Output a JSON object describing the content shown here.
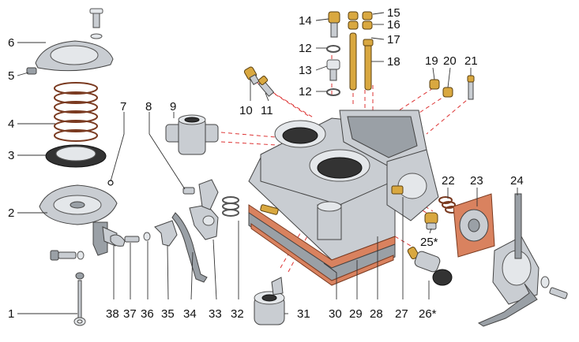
{
  "labels": {
    "l1": "1",
    "l2": "2",
    "l3": "3",
    "l4": "4",
    "l5": "5",
    "l6": "6",
    "l7": "7",
    "l8": "8",
    "l9": "9",
    "l10": "10",
    "l11": "11",
    "l12a": "12",
    "l12b": "12",
    "l13": "13",
    "l14": "14",
    "l15": "15",
    "l16": "16",
    "l17": "17",
    "l18": "18",
    "l19": "19",
    "l20": "20",
    "l21": "21",
    "l22": "22",
    "l23": "23",
    "l24": "24",
    "l25": "25*",
    "l26": "26*",
    "l27": "27",
    "l28": "28",
    "l29": "29",
    "l30": "30",
    "l31": "31",
    "l32": "32",
    "l33": "33",
    "l34": "34",
    "l35": "35",
    "l36": "36",
    "l37": "37",
    "l38": "38"
  },
  "colors": {
    "leader": "#333333",
    "dashed_guide": "#dd3333",
    "gasket": "#d9825f",
    "brass_part": "#d9a840"
  }
}
